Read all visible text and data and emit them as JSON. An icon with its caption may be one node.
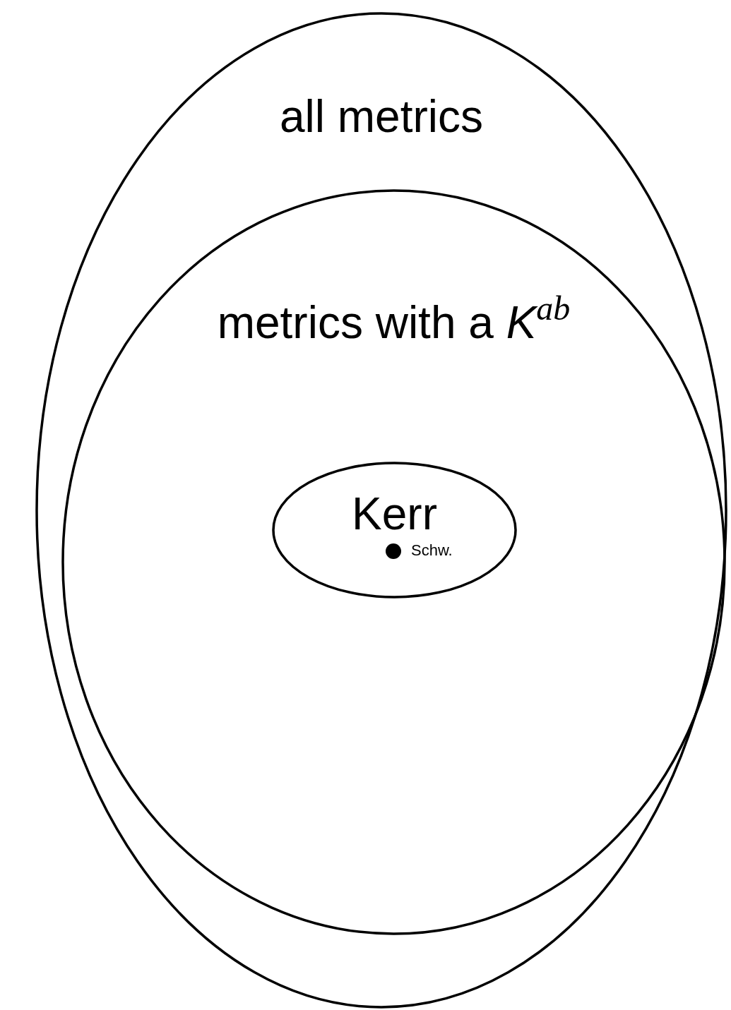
{
  "diagram": {
    "nodes": [
      {
        "text": [
          "all metrics"
        ]
      },
      {
        "text": [
          "metrics with a *K*$^{ab}$"
        ],
        "in": 0
      },
      {
        "text": [
          "Kerr"
        ],
        "in": 1
      },
      {
        "text": [],
        "shape": "circle",
        "beside": [
          "Schw."
        ],
        "in": 2
      }
    ]
  }
}
